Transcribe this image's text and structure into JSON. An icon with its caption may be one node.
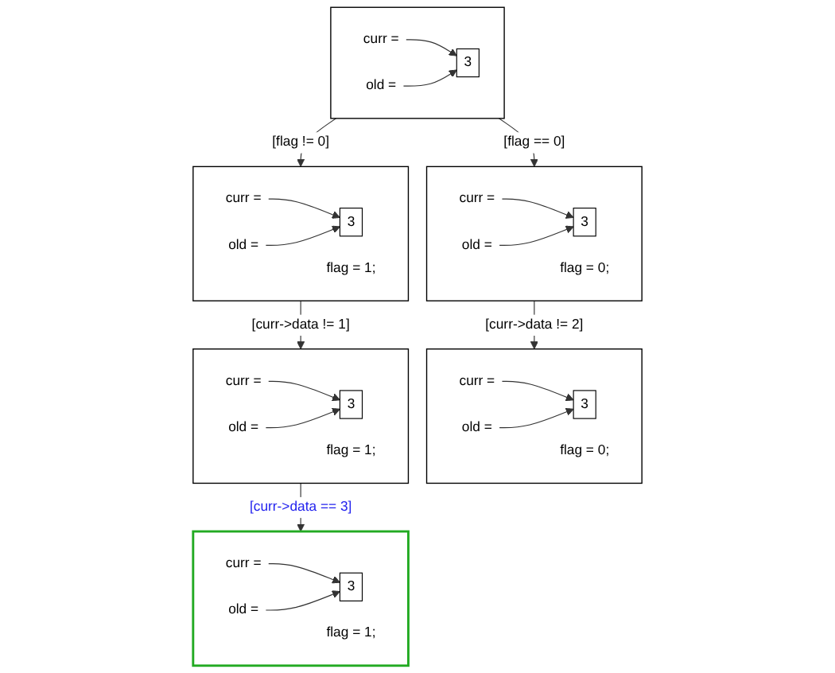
{
  "diagram": {
    "nodes": [
      {
        "text": [],
        "shape": "box"
      },
      {
        "text": [
          "curr ="
        ],
        "in": 0
      },
      {
        "text": [
          "3"
        ],
        "in": 0
      },
      {
        "text": [
          "old ="
        ],
        "in": 0
      },
      {
        "text": [],
        "shape": "box"
      },
      {
        "text": [
          "curr ="
        ],
        "in": 4
      },
      {
        "text": [
          "3"
        ],
        "in": 4
      },
      {
        "text": [
          "old ="
        ],
        "in": 4
      },
      {
        "text": [
          "flag = 1;"
        ],
        "in": 4
      },
      {
        "text": [],
        "shape": "box"
      },
      {
        "text": [
          "curr ="
        ],
        "in": 9
      },
      {
        "text": [
          "3"
        ],
        "in": 9
      },
      {
        "text": [
          "old ="
        ],
        "in": 9
      },
      {
        "text": [
          "flag = 0;"
        ],
        "in": 9
      },
      {
        "text": [],
        "shape": "box"
      },
      {
        "text": [
          "curr ="
        ],
        "in": 14
      },
      {
        "text": [
          "3"
        ],
        "in": 14
      },
      {
        "text": [
          "old ="
        ],
        "in": 14
      },
      {
        "text": [
          "flag = 1;"
        ],
        "in": 14
      },
      {
        "text": [],
        "shape": "box"
      },
      {
        "text": [
          "curr ="
        ],
        "in": 19
      },
      {
        "text": [
          "3"
        ],
        "in": 19
      },
      {
        "text": [
          "old ="
        ],
        "in": 19
      },
      {
        "text": [
          "flag = 0;"
        ],
        "in": 19
      },
      {
        "text": [],
        "shape": "box"
      },
      {
        "text": [
          "curr ="
        ],
        "in": 24
      },
      {
        "text": [
          "3"
        ],
        "in": 24
      },
      {
        "text": [
          "old ="
        ],
        "in": 24
      },
      {
        "text": [
          "flag = 1;"
        ],
        "in": 24
      }
    ],
    "edges": [
      {
        "from": 1,
        "to": 2,
        "arrow": "to"
      },
      {
        "from": 3,
        "to": 2,
        "arrow": "to"
      },
      {
        "from": 5,
        "to": 6,
        "arrow": "to"
      },
      {
        "from": 7,
        "to": 6,
        "arrow": "to"
      },
      {
        "from": 10,
        "to": 11,
        "arrow": "to"
      },
      {
        "from": 12,
        "to": 11,
        "arrow": "to"
      },
      {
        "from": 15,
        "to": 16,
        "arrow": "to"
      },
      {
        "from": 17,
        "to": 16,
        "arrow": "to"
      },
      {
        "from": 20,
        "to": 21,
        "arrow": "to"
      },
      {
        "from": 22,
        "to": 21,
        "arrow": "to"
      },
      {
        "from": 25,
        "to": 26,
        "arrow": "to"
      },
      {
        "from": 27,
        "to": 26,
        "arrow": "to"
      },
      {
        "from": 0,
        "to": 4,
        "arrow": "to",
        "label": "[flag != 0]"
      },
      {
        "from": 0,
        "to": 9,
        "arrow": "to",
        "label": "[flag == 0]"
      },
      {
        "from": 4,
        "to": 14,
        "arrow": "to",
        "label": "[curr->data != 1]"
      },
      {
        "from": 9,
        "to": 19,
        "arrow": "to",
        "label": "[curr->data != 2]"
      },
      {
        "from": 14,
        "to": 24,
        "arrow": "to",
        "label": "[curr->data == 3]"
      }
    ]
  }
}
